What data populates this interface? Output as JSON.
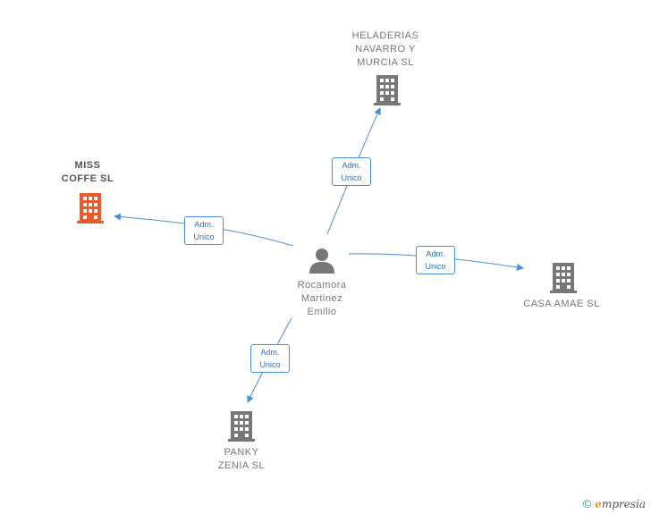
{
  "nodes": {
    "heladerias": {
      "label": "HELADERIAS\nNAVARRO Y\nMURCIA SL",
      "color": "#777777"
    },
    "miss_coffe": {
      "label": "MISS\nCOFFE SL",
      "color": "#ef5a2a"
    },
    "casa_amae": {
      "label": "CASA AMAE SL",
      "color": "#777777"
    },
    "panky": {
      "label": "PANKY\nZENIA SL",
      "color": "#777777"
    },
    "person": {
      "label": "Rocamora\nMartinez\nEmilio",
      "color": "#777777"
    }
  },
  "edges": {
    "to_heladerias": "Adm.\nUnico",
    "to_miss_coffe": "Adm.\nUnico",
    "to_casa_amae": "Adm.\nUnico",
    "to_panky": "Adm.\nUnico"
  },
  "colors": {
    "edge": "#4a90d9",
    "building_gray": "#777777",
    "building_focus": "#ef5a2a"
  },
  "footer": {
    "copyright_symbol": "©",
    "brand_initial": "e",
    "brand_rest": "mpresia"
  }
}
